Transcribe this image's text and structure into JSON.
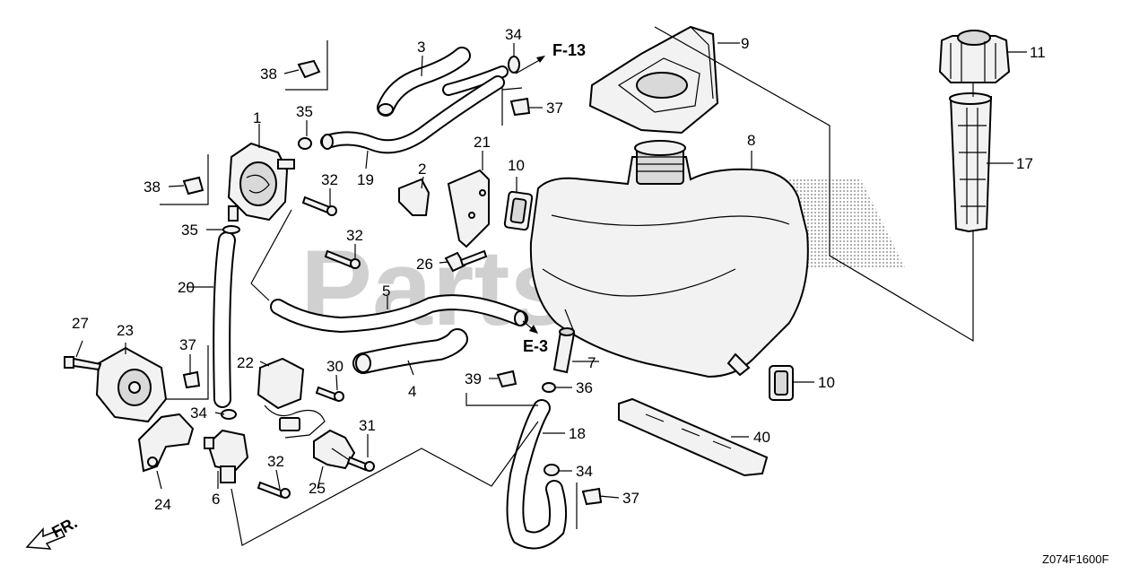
{
  "watermark": "PartsTree",
  "diagram_code": "Z074F1600F",
  "direction_label": "FR.",
  "refs": {
    "f13": "F-13",
    "e3": "E-3"
  },
  "callouts": {
    "c1": "1",
    "c2": "2",
    "c3": "3",
    "c4": "4",
    "c5": "5",
    "c6": "6",
    "c7": "7",
    "c8": "8",
    "c9": "9",
    "c10a": "10",
    "c10b": "10",
    "c11": "11",
    "c17": "17",
    "c18": "18",
    "c19": "19",
    "c20": "20",
    "c21": "21",
    "c22": "22",
    "c23": "23",
    "c24": "24",
    "c25": "25",
    "c26": "26",
    "c27": "27",
    "c30": "30",
    "c31": "31",
    "c32a": "32",
    "c32b": "32",
    "c32c": "32",
    "c34a": "34",
    "c34b": "34",
    "c34c": "34",
    "c35a": "35",
    "c35b": "35",
    "c36": "36",
    "c37a": "37",
    "c37b": "37",
    "c37c": "37",
    "c38a": "38",
    "c38b": "38",
    "c39": "39",
    "c40": "40"
  }
}
